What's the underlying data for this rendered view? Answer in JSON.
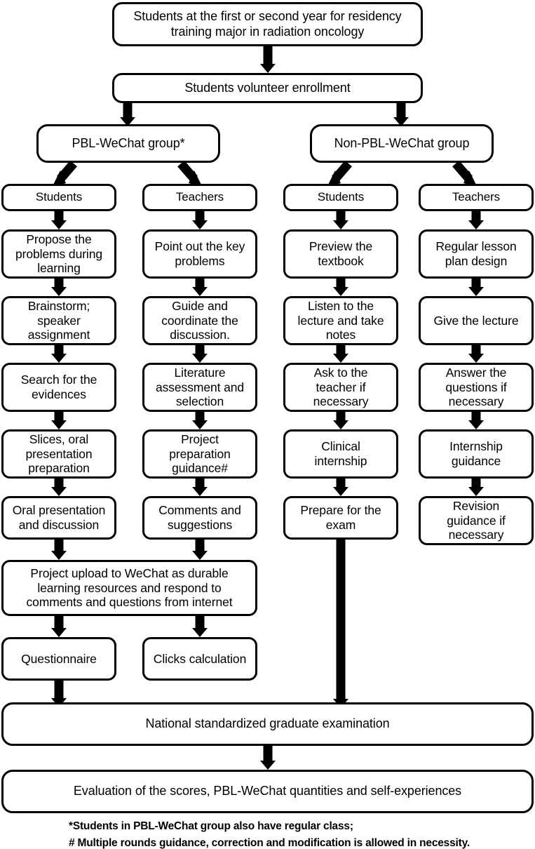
{
  "figure": {
    "type": "flowchart",
    "title_box": "Students at the first or second year for residency\ntraining major in radiation oncology",
    "enrollment_box": "Students volunteer enrollment",
    "groups": [
      {
        "id": "pbl",
        "label": "PBL-WeChat group*"
      },
      {
        "id": "nonpbl",
        "label": "Non-PBL-WeChat group"
      }
    ],
    "columns": [
      {
        "id": "pbl-students",
        "role": "Students",
        "steps": [
          "Propose the\nproblems during\nlearning",
          "Brainstorm;\nspeaker\nassignment",
          "Search for the\nevidences",
          "Slices, oral\npresentation\npreparation",
          "Oral presentation\nand discussion"
        ],
        "terminal": "Questionnaire"
      },
      {
        "id": "pbl-teachers",
        "role": "Teachers",
        "steps": [
          "Point out the key\nproblems",
          "Guide and\ncoordinate the\ndiscussion.",
          "Literature\nassessment and\nselection",
          "Project\npreparation\nguidance#",
          "Comments and\nsuggestions"
        ],
        "terminal": "Clicks calculation"
      },
      {
        "id": "nonpbl-students",
        "role": "Students",
        "steps": [
          "Preview the\ntextbook",
          "Listen to the\nlecture and take\nnotes",
          "Ask to the\nteacher if\nnecessary",
          "Clinical\ninternship",
          "Prepare for the\nexam"
        ],
        "terminal": null
      },
      {
        "id": "nonpbl-teachers",
        "role": "Teachers",
        "steps": [
          "Regular lesson\nplan design",
          "Give the lecture",
          "Answer  the\nquestions if\nnecessary",
          "Internship\nguidance",
          "Revision\nguidance if\nnecessary"
        ],
        "terminal": null
      }
    ],
    "shared_box": "Project upload to WeChat as durable\nlearning resources and respond to\ncomments and questions from internet",
    "exam_box": "National standardized graduate examination",
    "evaluation_box": "Evaluation of the scores, PBL-WeChat quantities and self-experiences",
    "footnotes": "*Students in PBL-WeChat group also have regular class;\n# Multiple rounds guidance, correction and modification is allowed in necessity.",
    "colors": {
      "stroke": "#000000",
      "fill": "#ffffff",
      "text": "#000000"
    }
  }
}
